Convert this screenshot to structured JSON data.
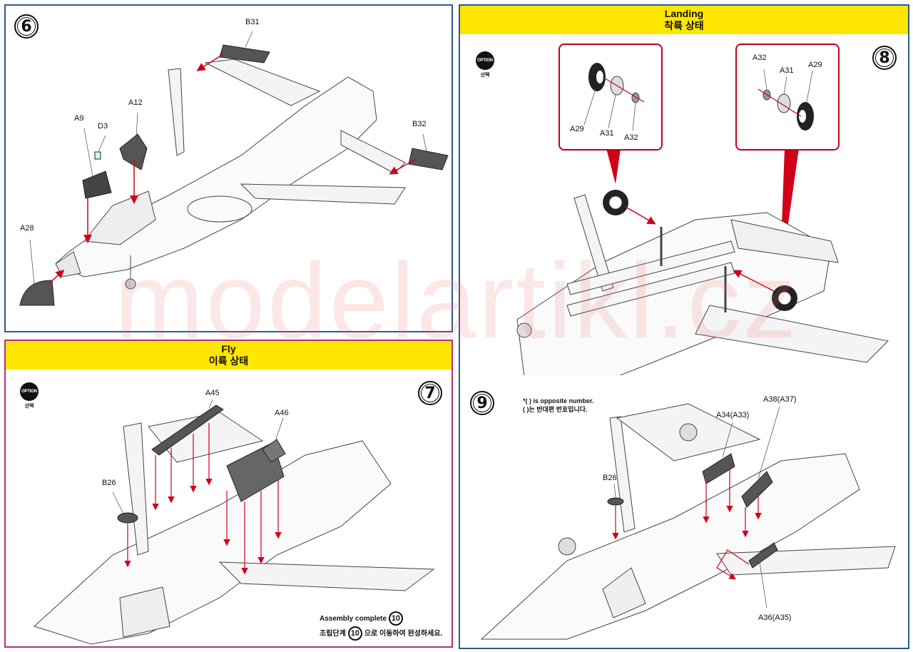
{
  "watermark": "modelartikl.cz",
  "option_badge": {
    "text": "OPTION",
    "sub": "선택"
  },
  "step6": {
    "number": "6",
    "parts": {
      "b31": "B31",
      "b32": "B32",
      "a12": "A12",
      "a9": "A9",
      "d3": "D3",
      "a28": "A28"
    }
  },
  "step7": {
    "number": "7",
    "banner_en": "Fly",
    "banner_ko": "이륙 상태",
    "parts": {
      "a45": "A45",
      "a46": "A46",
      "b26": "B26"
    },
    "complete_en": "Assembly complete",
    "complete_num": "10",
    "complete_ko_pre": "조립단계",
    "complete_ko_post": "으로 이동하여 완성하세요."
  },
  "step8": {
    "number": "8",
    "banner_en": "Landing",
    "banner_ko": "착륙 상태",
    "left_callout": {
      "a29": "A29",
      "a31": "A31",
      "a32": "A32"
    },
    "right_callout": {
      "a32": "A32",
      "a31": "A31",
      "a29": "A29"
    }
  },
  "step9": {
    "number": "9",
    "note_en": "*(   ) is opposite number.",
    "note_ko": "(   )는 반대편 번호입니다.",
    "parts": {
      "b26": "B26",
      "a34": "A34(A33)",
      "a38": "A38(A37)",
      "a36": "A36(A35)"
    }
  },
  "colors": {
    "banner": "#ffe600",
    "frame_blue": "#2c5c8c",
    "frame_magenta": "#b0307a",
    "arrow_red": "#d0001a"
  }
}
